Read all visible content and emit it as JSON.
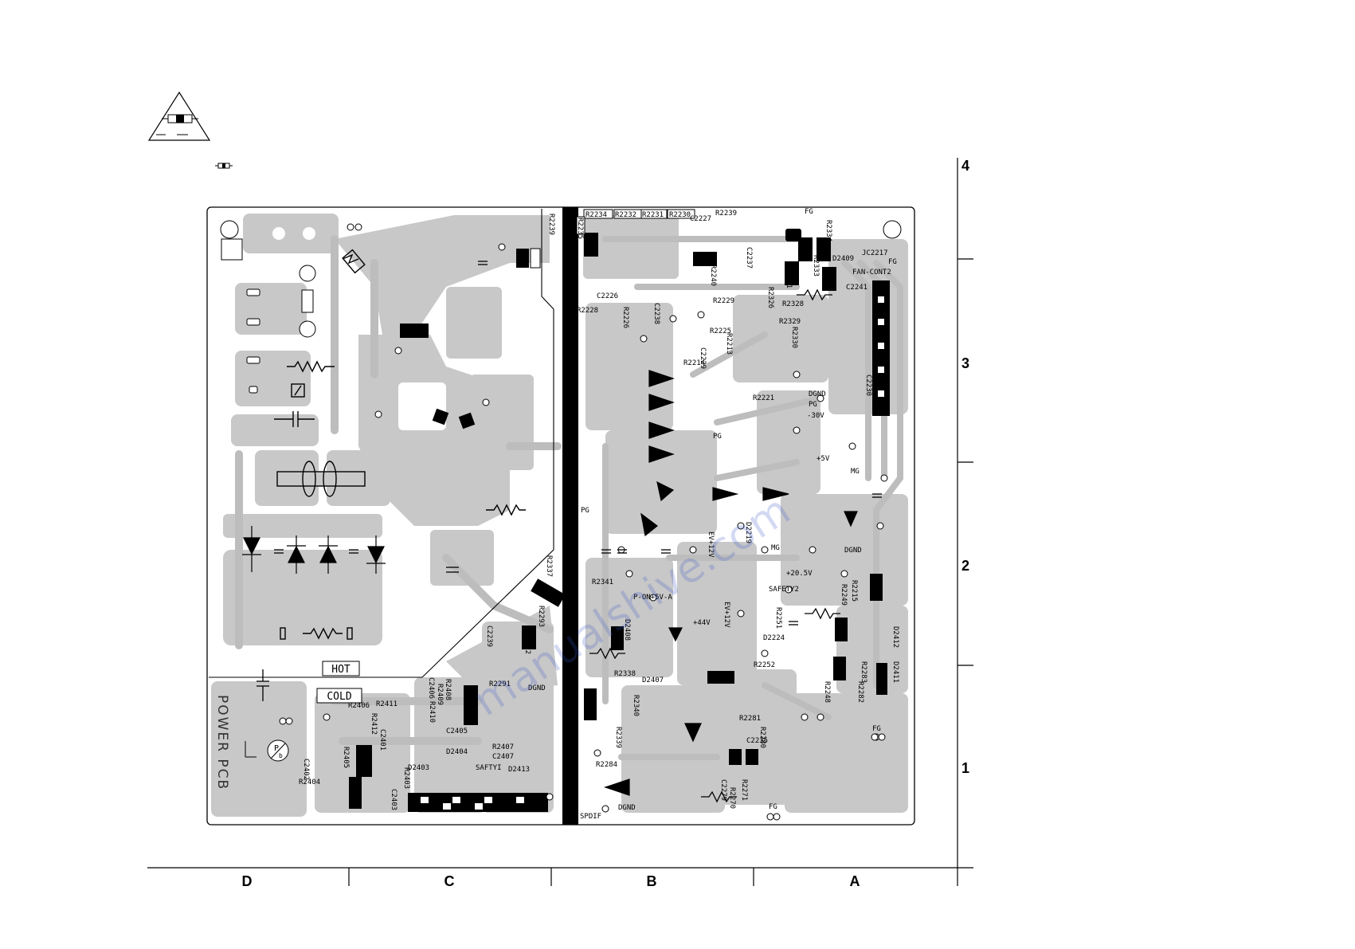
{
  "page": {
    "pcb_label": "POWER PCB"
  },
  "grid": {
    "columns": [
      "D",
      "C",
      "B",
      "A"
    ],
    "rows": [
      "4",
      "3",
      "2",
      "1"
    ]
  },
  "zones": {
    "hot": "HOT",
    "cold": "COLD"
  },
  "header_labels": [
    "R2234",
    "R2232",
    "R2231",
    "R2230",
    "R2235",
    "R2239",
    "C2227"
  ],
  "net_labels": {
    "dgnd": "DGND",
    "pg": "PG",
    "minus30v": "-30V",
    "plus5v": "+5V",
    "mg": "MG",
    "plus20_5v": "+20.5V",
    "safety2": "SAFETY2",
    "plus44v": "+44V",
    "pon5va": "P-ON+5V-A",
    "ev12v": "EV+12V",
    "fan_cont2": "FAN-CONT2",
    "fg": "FG",
    "spdif": "SPDIF",
    "saftyi": "SAFTYI"
  },
  "refs": [
    "R2239",
    "C2226",
    "R2228",
    "R2226",
    "C2238",
    "R2229",
    "R2225",
    "R2213",
    "C2229",
    "R2214",
    "R2221",
    "R2326",
    "R2328",
    "R2329",
    "R2330",
    "R2331",
    "R2334",
    "R2333",
    "D2409",
    "JC2217",
    "C2241",
    "C2230",
    "R2240",
    "C2237",
    "D2219",
    "R2337",
    "R2341",
    "R2293",
    "C2239",
    "R2292",
    "R2291",
    "C2406",
    "R2408",
    "R2409",
    "R2410",
    "R2406",
    "R2411",
    "R2412",
    "C2401",
    "R2405",
    "C2402",
    "R2404",
    "R2403",
    "C2403",
    "D2403",
    "C2405",
    "D2404",
    "R2407",
    "C2407",
    "D2413",
    "R2284",
    "D2407",
    "R2338",
    "R2340",
    "R2339",
    "D2408",
    "R2215",
    "R2249",
    "R2251",
    "D2224",
    "R2252",
    "R2248",
    "R2283",
    "R2282",
    "D2412",
    "D2411",
    "R2281",
    "C2235",
    "R2280",
    "R2271",
    "C2279",
    "R2270"
  ],
  "watermark": "manualshive.com",
  "colors": {
    "copper": "#c8c8c8",
    "trace": "#bdbdbd",
    "ink": "#000000",
    "watermark": "#3a56c9"
  }
}
